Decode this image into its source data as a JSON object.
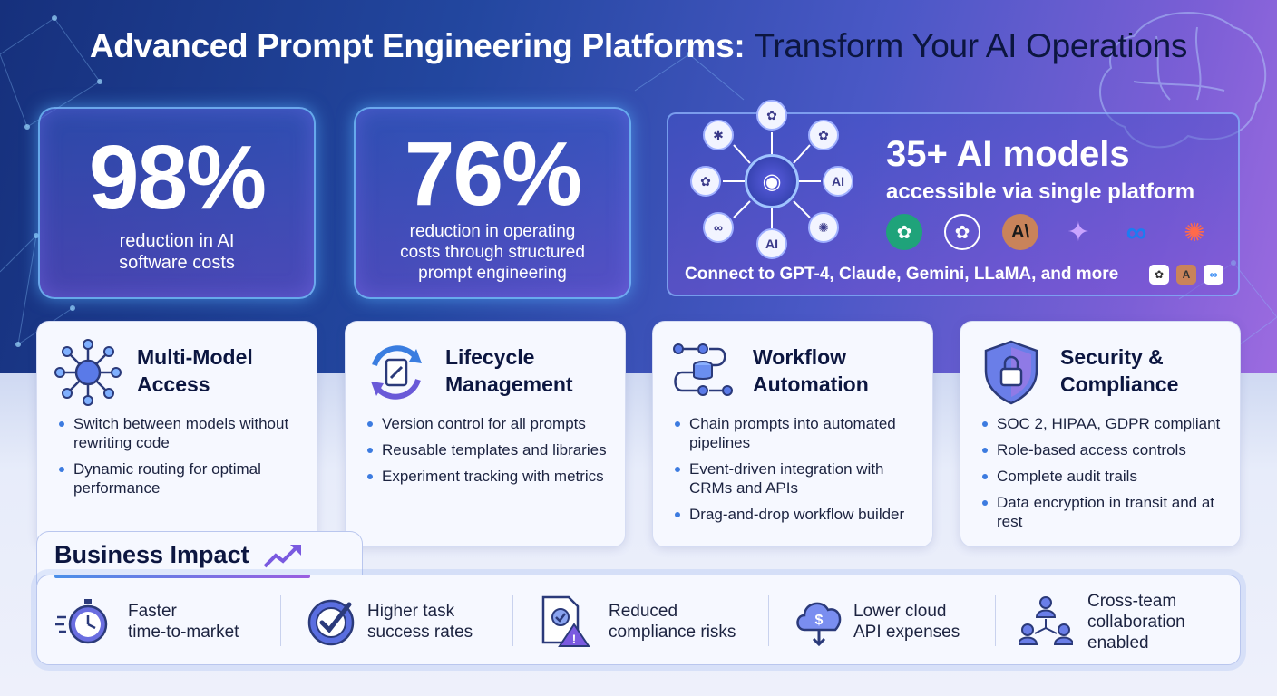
{
  "title": {
    "part1": "Advanced Prompt Engineering Platforms:",
    "part2": "Transform Your AI Operations"
  },
  "stats": [
    {
      "value": "98%",
      "label_line1": "reduction in AI",
      "label_line2": "software costs"
    },
    {
      "value": "76%",
      "label_line1": "reduction in operating",
      "label_line2": "costs through structured",
      "label_line3": "prompt engineering"
    }
  ],
  "models": {
    "headline": "35+ AI models",
    "subheadline": "accessible via single platform",
    "connect": "Connect to GPT-4, Claude, Gemini, LLaMA, and more",
    "hub_nodes": [
      "AI",
      "AI"
    ]
  },
  "cards": [
    {
      "title_line1": "Multi-Model",
      "title_line2": "Access",
      "icon": "network-hub-icon",
      "bullets": [
        "Switch between models without rewriting code",
        "Dynamic routing for optimal performance"
      ]
    },
    {
      "title_line1": "Lifecycle",
      "title_line2": "Management",
      "icon": "cycle-document-icon",
      "bullets": [
        "Version control for all prompts",
        "Reusable templates and libraries",
        "Experiment tracking with metrics"
      ]
    },
    {
      "title_line1": "Workflow",
      "title_line2": "Automation",
      "icon": "workflow-icon",
      "bullets": [
        "Chain prompts into automated pipelines",
        "Event-driven integration with CRMs and APIs",
        "Drag-and-drop workflow builder"
      ]
    },
    {
      "title_line1": "Security &",
      "title_line2": "Compliance",
      "icon": "shield-lock-icon",
      "bullets": [
        "SOC 2, HIPAA, GDPR compliant",
        "Role-based access controls",
        "Complete audit trails",
        "Data encryption in transit and at rest"
      ]
    }
  ],
  "impact": {
    "title": "Business Impact",
    "items": [
      {
        "line1": "Faster",
        "line2": "time-to-market",
        "icon": "stopwatch-icon"
      },
      {
        "line1": "Higher task",
        "line2": "success rates",
        "icon": "check-badge-icon"
      },
      {
        "line1": "Reduced",
        "line2": "compliance risks",
        "icon": "document-warning-icon"
      },
      {
        "line1": "Lower cloud",
        "line2": "API expenses",
        "icon": "cloud-dollar-icon"
      },
      {
        "line1": "Cross-team",
        "line2": "collaboration",
        "line3": "enabled",
        "icon": "team-icon"
      }
    ]
  },
  "colors": {
    "accent_blue": "#3c7be0",
    "accent_purple": "#9b5de0",
    "dark_text": "#0c1640"
  }
}
